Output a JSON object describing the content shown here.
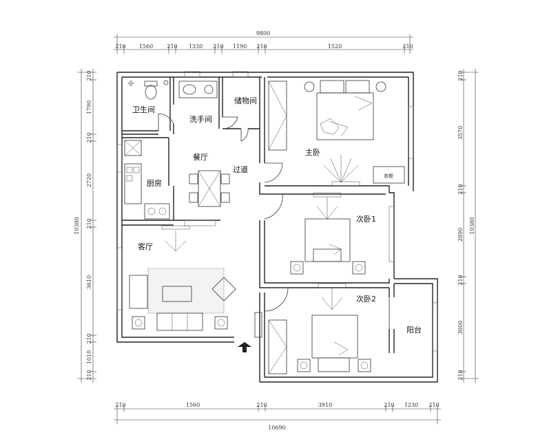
{
  "dimensions": {
    "top_total": "9800",
    "top_segments": [
      "210",
      "1560",
      "210",
      "1330",
      "210",
      "1190",
      "210",
      "1520",
      "210"
    ],
    "bottom_segments": [
      "210",
      "1560",
      "210",
      "3910",
      "210",
      "1230",
      "210"
    ],
    "bottom_total": "10690",
    "left_segments": [
      "210",
      "1790",
      "210",
      "2720",
      "210",
      "3610",
      "210",
      "1010",
      "210"
    ],
    "left_total": "10380",
    "right_segments": [
      "210",
      "3570",
      "210",
      "2890",
      "210",
      "3000",
      "210"
    ],
    "right_total": "10380"
  },
  "rooms": {
    "bathroom": "卫生间",
    "washroom": "洗手间",
    "storage": "储物间",
    "master_bedroom": "主卧",
    "kitchen": "厨房",
    "dining": "餐厅",
    "corridor": "过道",
    "living_room": "客厅",
    "bedroom_1": "次卧1",
    "bedroom_2": "次卧2",
    "balcony": "阳台"
  },
  "labels": {
    "wardrobe": "衣柜"
  },
  "colors": {
    "wall": "#222222",
    "line": "#333333",
    "background": "#ffffff"
  },
  "icons": [
    "entrance-arrow-icon",
    "toilet-icon",
    "sink-icon",
    "bed-icon",
    "sofa-icon",
    "stove-icon",
    "lamp-icon"
  ]
}
